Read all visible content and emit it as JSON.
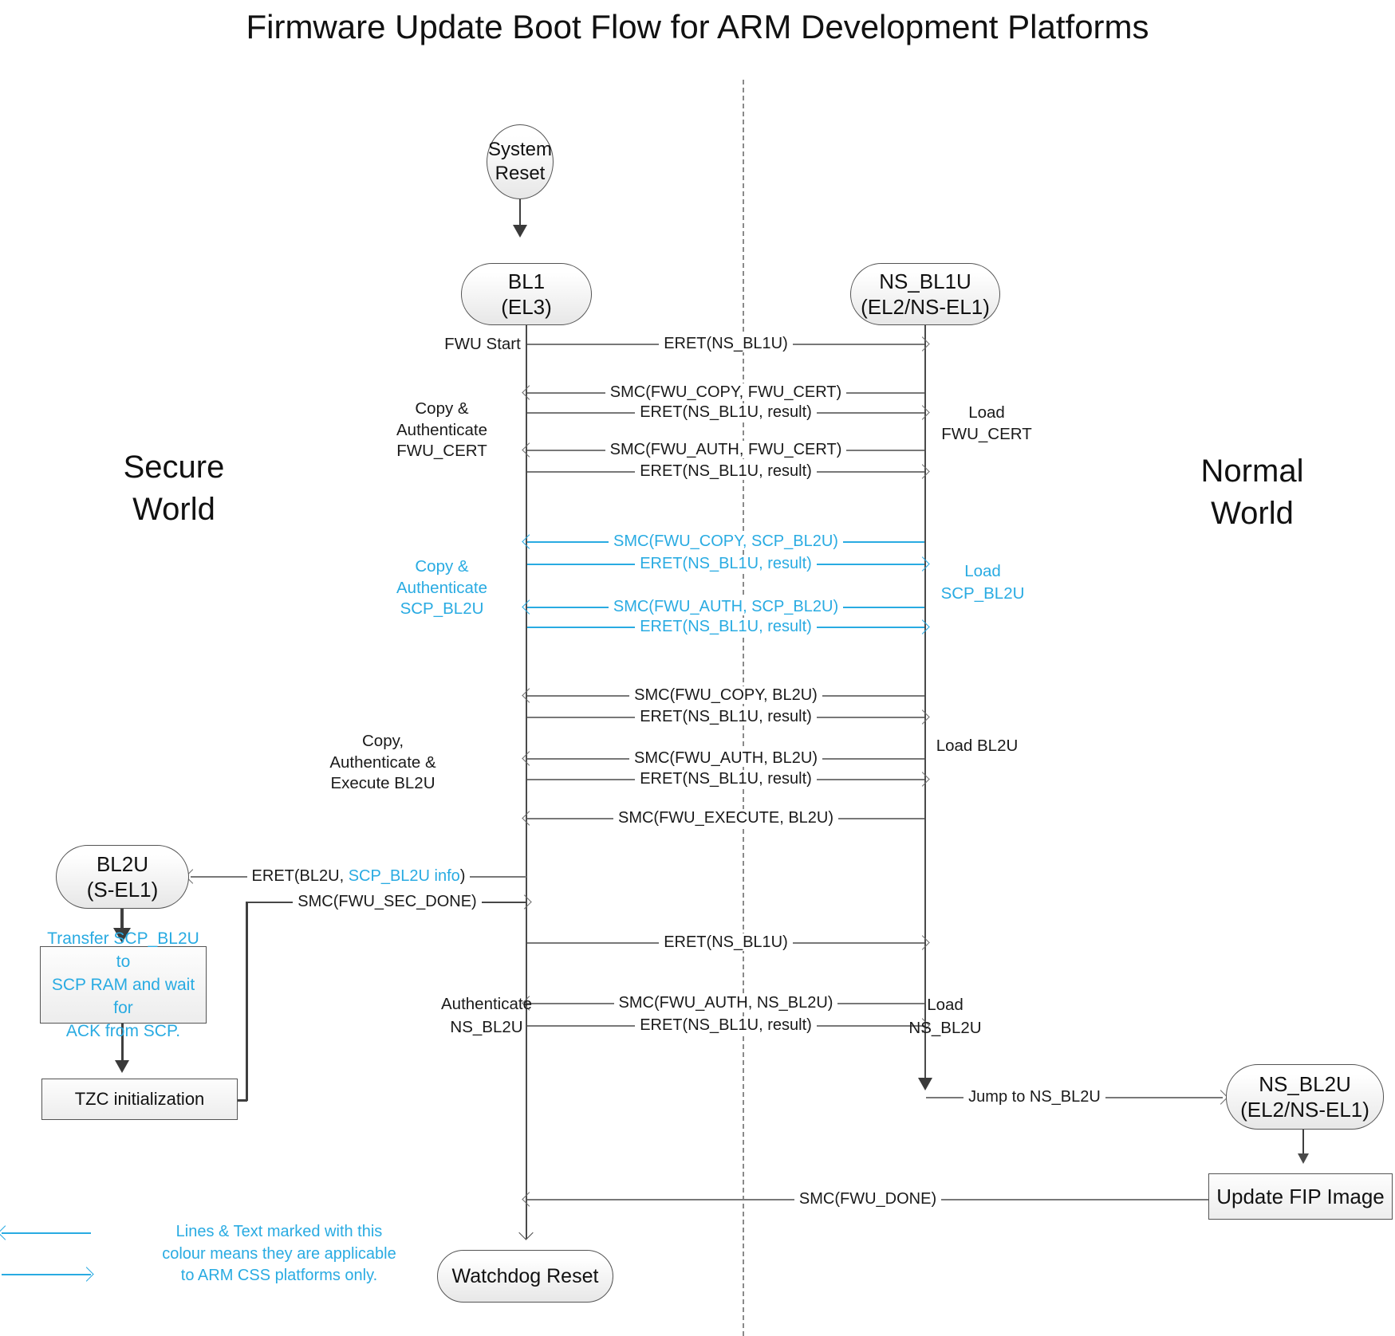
{
  "title": "Firmware Update Boot Flow for ARM Development Platforms",
  "colors": {
    "accent_cyan": "#29abe2",
    "line_gray": "#787878",
    "node_border": "#545454",
    "text": "#1a1a1a"
  },
  "worlds": {
    "secure": "Secure\nWorld",
    "normal": "Normal\nWorld"
  },
  "nodes": {
    "system_reset": "System\nReset",
    "bl1": "BL1\n(EL3)",
    "ns_bl1u": "NS_BL1U\n(EL2/NS-EL1)",
    "bl2u": "BL2U\n(S-EL1)",
    "ns_bl2u": "NS_BL2U\n(EL2/NS-EL1)",
    "transfer": "Transfer SCP_BL2U to\nSCP RAM and wait for\nACK from SCP.",
    "tzc": "TZC initialization",
    "update_fip": "Update FIP Image",
    "watchdog": "Watchdog Reset"
  },
  "messages": [
    {
      "label": "ERET(NS_BL1U)",
      "dir": "right",
      "css": ""
    },
    {
      "label": "SMC(FWU_COPY, FWU_CERT)",
      "dir": "left",
      "css": ""
    },
    {
      "label": "ERET(NS_BL1U, result)",
      "dir": "right",
      "css": ""
    },
    {
      "label": "SMC(FWU_AUTH, FWU_CERT)",
      "dir": "left",
      "css": ""
    },
    {
      "label": "ERET(NS_BL1U, result)",
      "dir": "right",
      "css": ""
    },
    {
      "label": "SMC(FWU_COPY, SCP_BL2U)",
      "dir": "left",
      "css": "cyan"
    },
    {
      "label": "ERET(NS_BL1U, result)",
      "dir": "right",
      "css": "cyan"
    },
    {
      "label": "SMC(FWU_AUTH, SCP_BL2U)",
      "dir": "left",
      "css": "cyan"
    },
    {
      "label": "ERET(NS_BL1U, result)",
      "dir": "right",
      "css": "cyan"
    },
    {
      "label": "SMC(FWU_COPY, BL2U)",
      "dir": "left",
      "css": ""
    },
    {
      "label": "ERET(NS_BL1U, result)",
      "dir": "right",
      "css": ""
    },
    {
      "label": "SMC(FWU_AUTH, BL2U)",
      "dir": "left",
      "css": ""
    },
    {
      "label": "ERET(NS_BL1U, result)",
      "dir": "right",
      "css": ""
    },
    {
      "label": "SMC(FWU_EXECUTE, BL2U)",
      "dir": "left",
      "css": ""
    },
    {
      "label": "ERET(NS_BL1U)",
      "dir": "right",
      "css": ""
    },
    {
      "label": "SMC(FWU_AUTH, NS_BL2U)",
      "dir": "left",
      "css": ""
    },
    {
      "label": "ERET(NS_BL1U, result)",
      "dir": "right",
      "css": ""
    }
  ],
  "annotations": {
    "fwu_start": "FWU Start",
    "copy_auth_fwu_cert": "Copy &\nAuthenticate\nFWU_CERT",
    "copy_auth_scp_bl2u": "Copy &\nAuthenticate\nSCP_BL2U",
    "copy_auth_exec_bl2u": "Copy,\nAuthenticate &\nExecute BL2U",
    "auth_ns_bl2u": "Authenticate\nNS_BL2U",
    "load_fwu_cert": "Load\nFWU_CERT",
    "load_scp_bl2u": "Load\nSCP_BL2U",
    "load_bl2u": "Load BL2U",
    "load_ns_bl2u": "Load\nNS_BL2U"
  },
  "special": {
    "eret_bl2u_pre": "ERET(BL2U, ",
    "eret_bl2u_cyan": "SCP_BL2U info",
    "eret_bl2u_post": ")",
    "smc_sec_done": "SMC(FWU_SEC_DONE)",
    "jump_ns_bl2u": "Jump to NS_BL2U",
    "smc_fwu_done": "SMC(FWU_DONE)"
  },
  "legend": {
    "text": "Lines & Text marked with this\ncolour means they are applicable\nto ARM CSS platforms only."
  }
}
